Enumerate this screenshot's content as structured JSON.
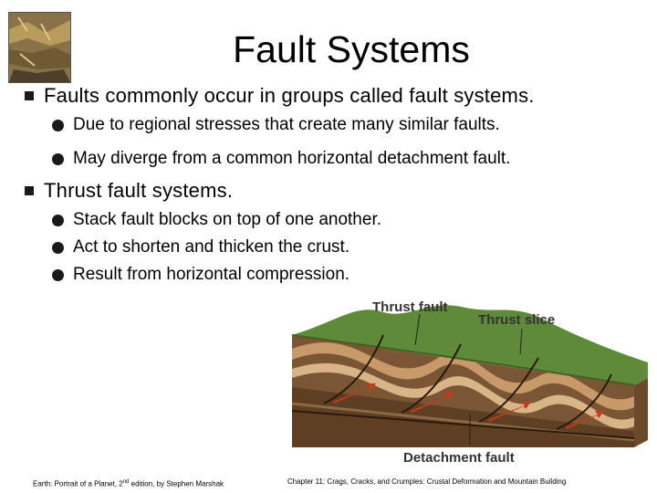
{
  "title": "Fault Systems",
  "bullets": [
    {
      "text": "Faults commonly occur in groups called fault systems.",
      "subs": [
        "Due to regional stresses that create many similar faults.",
        "May diverge from a common horizontal detachment fault."
      ]
    },
    {
      "text": "Thrust fault systems.",
      "subs": [
        "Stack fault blocks on top of one another.",
        "Act to shorten and thicken the crust.",
        "Result from horizontal compression."
      ]
    }
  ],
  "diagram": {
    "labels": {
      "thrust_fault": "Thrust fault",
      "thrust_slice": "Thrust slice",
      "detachment_fault": "Detachment fault"
    }
  },
  "footer": {
    "left_a": "Earth: Portrait of a Planet, 2",
    "left_sup": "nd",
    "left_b": " edition, by Stephen Marshak",
    "right": "Chapter 11: Crags, Cracks, and Crumples: Crustal Deformation and Mountain Building"
  },
  "colors": {
    "grass": "#5f8a3a",
    "rock_brown": "#7a5634",
    "rock_tan": "#c89a6a",
    "arrow_red": "#c83a1e"
  }
}
